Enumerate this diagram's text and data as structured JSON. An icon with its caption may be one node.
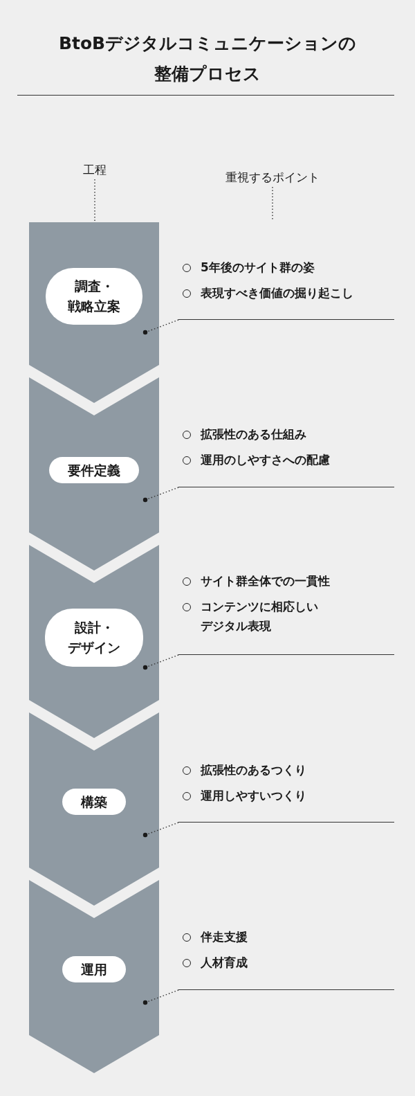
{
  "diagram": {
    "title": "BtoBデジタルコミュニケーションの整備プロセス",
    "nodes": [
      {
        "text": [
          "工程"
        ]
      },
      {
        "text": [
          "重視するポイント"
        ]
      },
      {
        "text": [],
        "shape": "chevron"
      },
      {
        "text": [
          "調査・戦略立案"
        ],
        "in": 2
      },
      {
        "text": [
          "5年後のサイト群の姿",
          "表現すべき価値の掘り起こし"
        ]
      },
      {
        "text": [],
        "shape": "chevron"
      },
      {
        "text": [
          "要件定義"
        ],
        "in": 5
      },
      {
        "text": [
          "拡張性のある仕組み",
          "運用のしやすさへの配慮"
        ]
      },
      {
        "text": [],
        "shape": "chevron"
      },
      {
        "text": [
          "設計・デザイン"
        ],
        "in": 8
      },
      {
        "text": [
          "サイト群全体での一貫性",
          "コンテンツに相応しいデジタル表現"
        ]
      },
      {
        "text": [],
        "shape": "chevron"
      },
      {
        "text": [
          "構築"
        ],
        "in": 11
      },
      {
        "text": [
          "拡張性のあるつくり",
          "運用しやすいつくり"
        ]
      },
      {
        "text": [],
        "shape": "chevron"
      },
      {
        "text": [
          "運用"
        ],
        "in": 14
      },
      {
        "text": [
          "伴走支援",
          "人材育成"
        ]
      }
    ],
    "edges": [
      {
        "from": 0,
        "to": 2,
        "arrow": "none",
        "style": "dashed"
      },
      {
        "from": 1,
        "to": null,
        "arrow": "none",
        "style": "dashed"
      },
      {
        "from": 4,
        "to": 2,
        "arrow": "other",
        "style": "dashed"
      },
      {
        "from": 7,
        "to": 5,
        "arrow": "other",
        "style": "dashed"
      },
      {
        "from": 10,
        "to": 8,
        "arrow": "other",
        "style": "dashed"
      },
      {
        "from": 13,
        "to": 11,
        "arrow": "other",
        "style": "dashed"
      },
      {
        "from": 16,
        "to": 14,
        "arrow": "other",
        "style": "dashed"
      }
    ]
  }
}
